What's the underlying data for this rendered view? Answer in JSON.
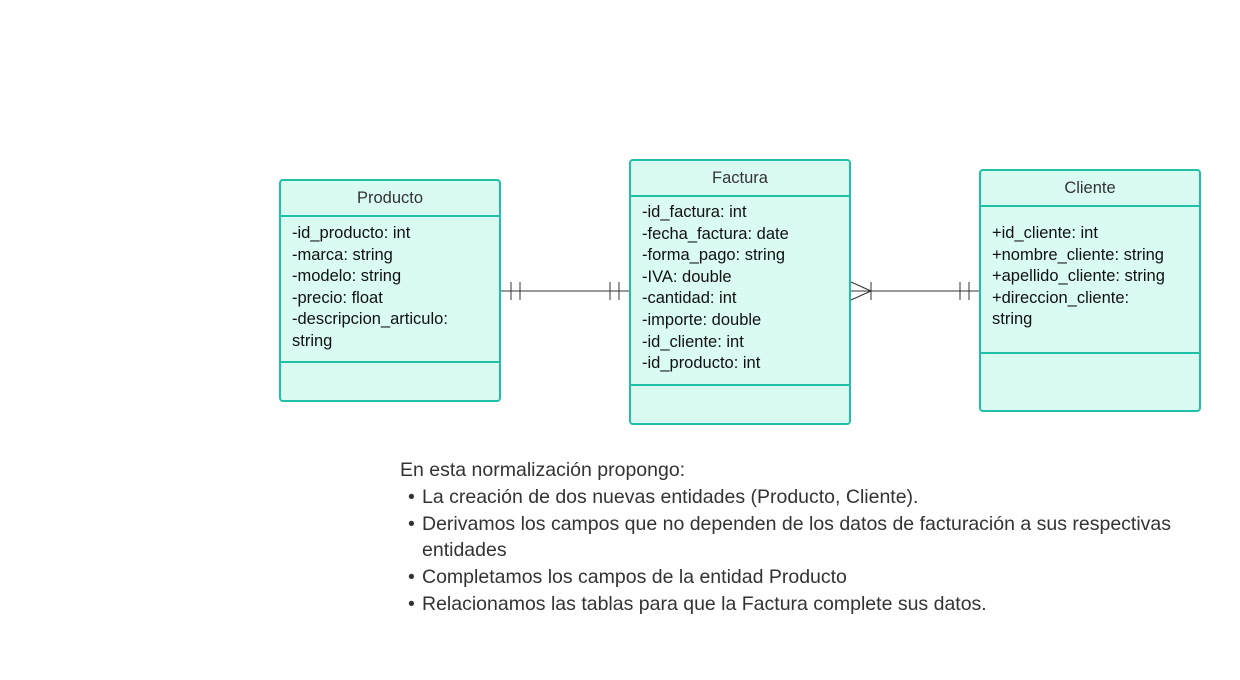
{
  "colors": {
    "entity_fill": "#d9fbf2",
    "entity_border": "#20c0a8",
    "connector": "#333333"
  },
  "entities": {
    "producto": {
      "title": "Producto",
      "attributes": [
        "-id_producto: int",
        "-marca: string",
        "-modelo: string",
        "-precio: float",
        "-descripcion_articulo:\nstring"
      ]
    },
    "factura": {
      "title": "Factura",
      "attributes": [
        "-id_factura: int",
        "-fecha_factura: date",
        "-forma_pago: string",
        "-IVA: double",
        "-cantidad: int",
        "-importe: double",
        "-id_cliente: int",
        "-id_producto: int"
      ]
    },
    "cliente": {
      "title": "Cliente",
      "attributes": [
        "+id_cliente: int",
        "+nombre_cliente: string",
        "+apellido_cliente: string",
        "+direccion_cliente:\nstring"
      ]
    }
  },
  "relationships": [
    {
      "from": "Producto",
      "to": "Factura",
      "from_end": "one-and-only-one",
      "to_end": "one-and-only-one"
    },
    {
      "from": "Factura",
      "to": "Cliente",
      "from_end": "one-or-many",
      "to_end": "one-and-only-one"
    }
  ],
  "note": {
    "intro": "En esta normalización propongo:",
    "bullets": [
      "La creación de dos nuevas entidades (Producto, Cliente).",
      "Derivamos los campos que no dependen de los datos de facturación a sus respectivas entidades",
      "Completamos los campos de la entidad Producto",
      "Relacionamos las tablas para que la Factura complete sus datos."
    ]
  }
}
